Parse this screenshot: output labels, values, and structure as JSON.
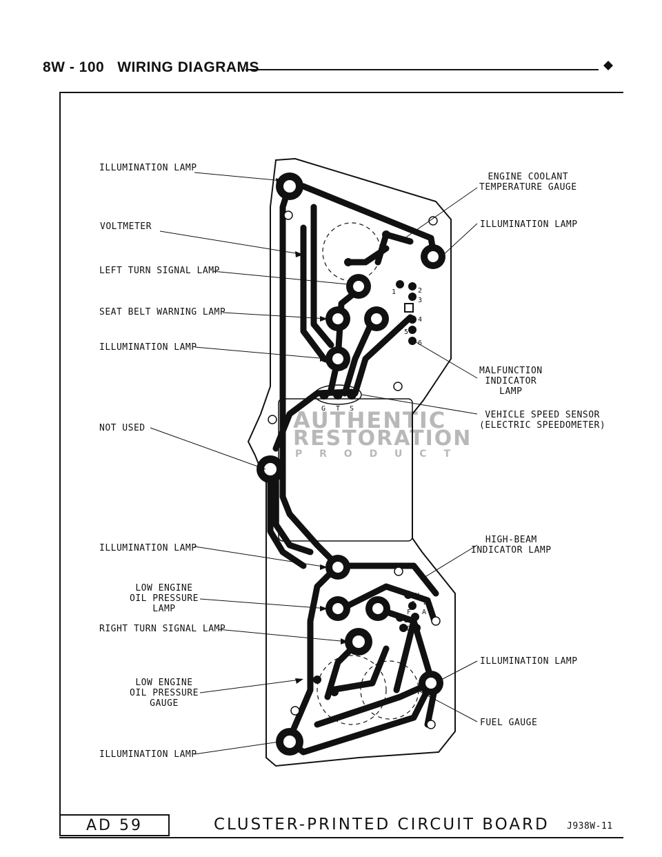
{
  "header": {
    "section": "8W - 100",
    "title": "WIRING DIAGRAMS"
  },
  "labels": {
    "illum_top": "ILLUMINATION LAMP",
    "voltmeter": "VOLTMETER",
    "left_turn": "LEFT TURN SIGNAL LAMP",
    "seat_belt": "SEAT BELT WARNING LAMP",
    "illum_mid": "ILLUMINATION LAMP",
    "not_used": "NOT USED",
    "illum_lower": "ILLUMINATION LAMP",
    "low_oil_lamp": "LOW ENGINE\nOIL PRESSURE\nLAMP",
    "right_turn": "RIGHT TURN SIGNAL LAMP",
    "low_oil_gauge": "LOW ENGINE\nOIL PRESSURE\nGAUGE",
    "illum_bottom": "ILLUMINATION LAMP",
    "coolant": "ENGINE COOLANT\nTEMPERATURE GAUGE",
    "illum_right_top": "ILLUMINATION LAMP",
    "malfunction": "MALFUNCTION\nINDICATOR\nLAMP",
    "vss": "VEHICLE SPEED SENSOR\n(ELECTRIC SPEEDOMETER)",
    "high_beam": "HIGH-BEAM\nINDICATOR LAMP",
    "illum_right_bottom": "ILLUMINATION LAMP",
    "fuel": "FUEL GAUGE"
  },
  "connector_pins_upper": [
    "1",
    "2",
    "3",
    "4",
    "5",
    "6"
  ],
  "connector_pins_vss": [
    "S",
    "T",
    "G"
  ],
  "connector_pins_lower": [
    "H",
    "G",
    "F",
    "E",
    "D",
    "C",
    "A",
    "B"
  ],
  "watermark": {
    "line1": "AUTHENTIC",
    "line2": "RESTORATION",
    "line3": "P R O D U C T"
  },
  "footer": {
    "page_ref": "AD 59",
    "title": "CLUSTER-PRINTED CIRCUIT BOARD",
    "code": "J938W-11"
  }
}
